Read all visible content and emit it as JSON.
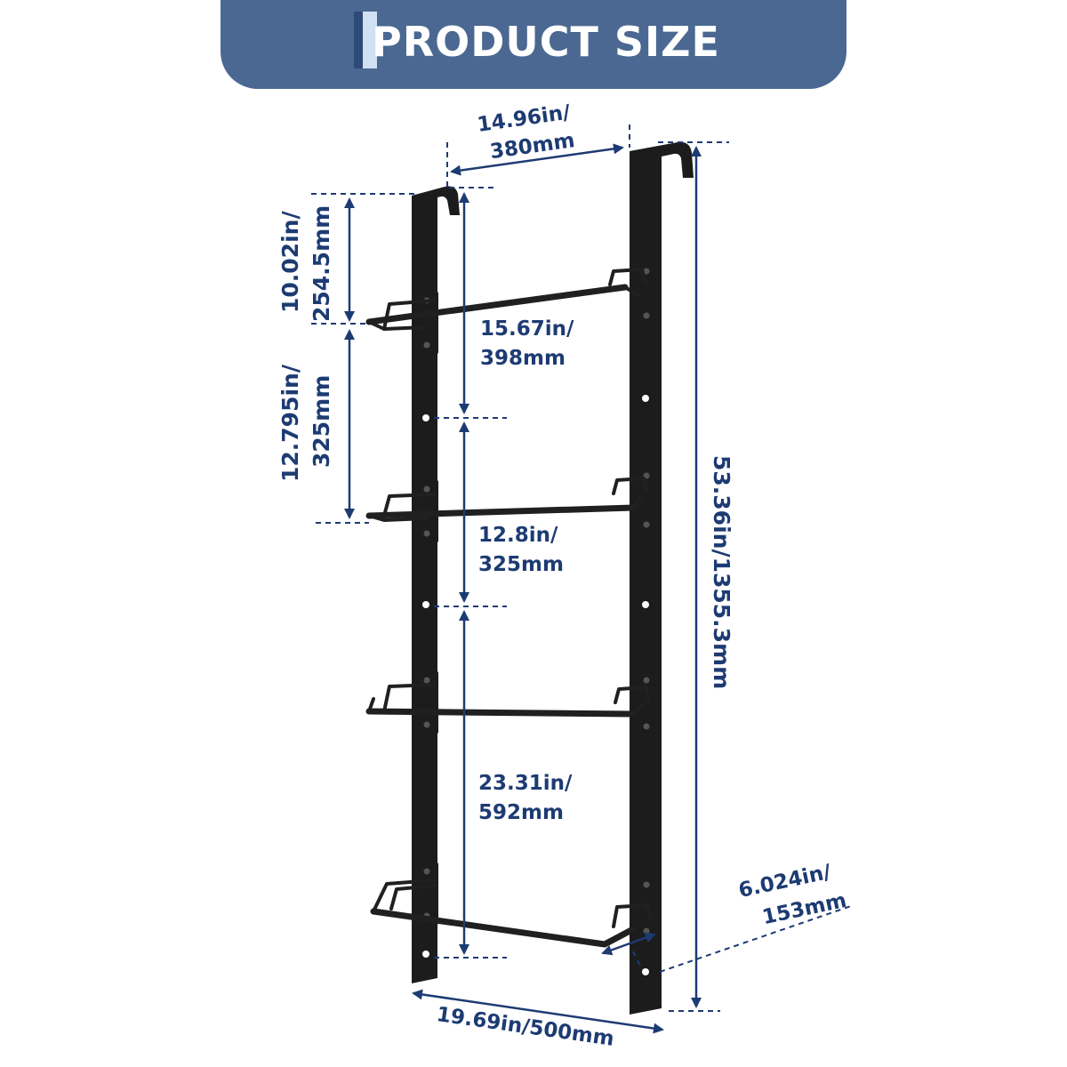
{
  "header": {
    "title": "PRODUCT SIZE",
    "colors": {
      "banner": "#4a6891",
      "accent_dark": "#2e4a78",
      "accent_light": "#cfe1f3",
      "text": "#ffffff"
    }
  },
  "dimensions": {
    "top_width": {
      "line1": "14.96in/",
      "line2": "380mm"
    },
    "top_gap": {
      "line1": "10.02in/",
      "line2": "254.5mm"
    },
    "shelf_gap": {
      "line1": "12.795in/",
      "line2": "325mm"
    },
    "post_to_shelf1": {
      "line1": "15.67in/",
      "line2": "398mm"
    },
    "shelf1_to_shelf2": {
      "line1": "12.8in/",
      "line2": "325mm"
    },
    "shelf3_to_bottom": {
      "line1": "23.31in/",
      "line2": "592mm"
    },
    "total_height": {
      "text": "53.36in/1355.3mm"
    },
    "depth": {
      "line1": "6.024in/",
      "line2": "153mm"
    },
    "bottom_width": {
      "text": "19.69in/500mm"
    },
    "color": "#1d3b73"
  },
  "product": {
    "name": "wall-mounted wine rack",
    "color": "#1c1c1c"
  }
}
